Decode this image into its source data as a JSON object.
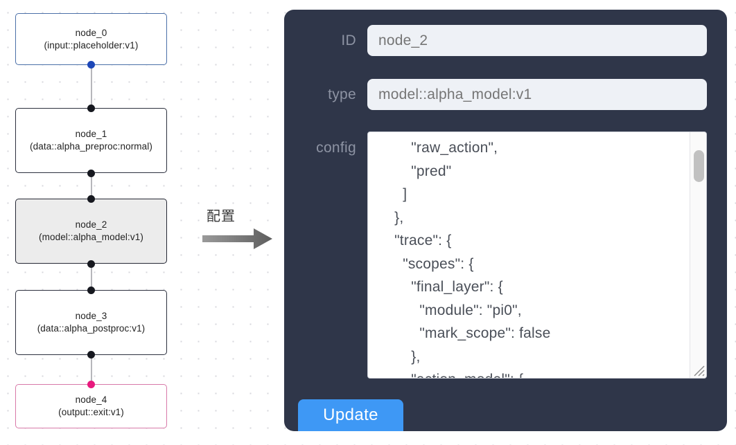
{
  "graph": {
    "nodes": [
      {
        "id": "node_0",
        "label": "node_0\n(input::placeholder:v1)",
        "kind": "input",
        "selected": false
      },
      {
        "id": "node_1",
        "label": "node_1\n(data::alpha_preproc:normal)",
        "kind": "default",
        "selected": false
      },
      {
        "id": "node_2",
        "label": "node_2\n(model::alpha_model:v1)",
        "kind": "model",
        "selected": true
      },
      {
        "id": "node_3",
        "label": "node_3\n(data::alpha_postproc:v1)",
        "kind": "default",
        "selected": false
      },
      {
        "id": "node_4",
        "label": "node_4\n(output::exit:v1)",
        "kind": "output",
        "selected": false
      }
    ],
    "edges": [
      {
        "from": "node_0",
        "to": "node_1"
      },
      {
        "from": "node_1",
        "to": "node_2"
      },
      {
        "from": "node_2",
        "to": "node_3"
      },
      {
        "from": "node_3",
        "to": "node_4"
      }
    ],
    "colors": {
      "input_border": "#4a6fa8",
      "default_border": "#2b2f3d",
      "selected_fill": "#ececec",
      "output_border": "#d879a8",
      "handle": "#16181f",
      "handle_input": "#1d47b8",
      "handle_output": "#e8197d",
      "edge": "#b6b6bb",
      "grid_dot": "#d7d7dc"
    }
  },
  "annotation": {
    "arrow_label": "配置",
    "arrow_color": "#6d6d6d"
  },
  "panel": {
    "background": "#2f3649",
    "fields": {
      "id": {
        "label": "ID",
        "value": "node_2",
        "placeholder": "node_2"
      },
      "type": {
        "label": "type",
        "value": "model::alpha_model:v1",
        "placeholder": "model::alpha_model:v1"
      },
      "config": {
        "label": "config",
        "value": "        \"raw_action\",\n        \"pred\"\n      ]\n    },\n    \"trace\": {\n      \"scopes\": {\n        \"final_layer\": {\n          \"module\": \"pi0\",\n          \"mark_scope\": false\n        },\n        \"action_model\": {"
      }
    },
    "update_button": {
      "label": "Update",
      "color": "#3e98f5"
    }
  }
}
